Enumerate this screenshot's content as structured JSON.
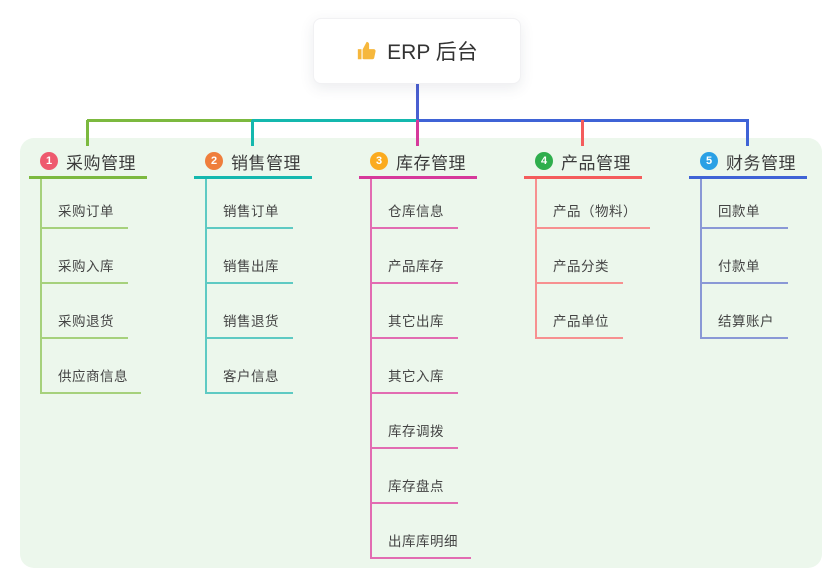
{
  "root": {
    "title": "ERP 后台",
    "icon": "thumbs-up-icon",
    "icon_color": "#f6b73c"
  },
  "panel": {
    "background": "#ecf7ec"
  },
  "trunk_color": "#4a5fd1",
  "branches": [
    {
      "num": "1",
      "label": "采购管理",
      "badge_color": "#ee5a6e",
      "line_color": "#7cb93f",
      "child_line_color": "#a6d17c",
      "children": [
        "采购订单",
        "采购入库",
        "采购退货",
        "供应商信息"
      ]
    },
    {
      "num": "2",
      "label": "销售管理",
      "badge_color": "#ef7e3c",
      "line_color": "#14b8ae",
      "child_line_color": "#5ecac3",
      "children": [
        "销售订单",
        "销售出库",
        "销售退货",
        "客户信息"
      ]
    },
    {
      "num": "3",
      "label": "库存管理",
      "badge_color": "#fbab1f",
      "line_color": "#d6399b",
      "child_line_color": "#e26cb2",
      "children": [
        "仓库信息",
        "产品库存",
        "其它出库",
        "其它入库",
        "库存调拨",
        "库存盘点",
        "出库库明细"
      ]
    },
    {
      "num": "4",
      "label": "产品管理",
      "badge_color": "#2fae4d",
      "line_color": "#f45c5c",
      "child_line_color": "#f79090",
      "children": [
        "产品（物料）",
        "产品分类",
        "产品单位"
      ]
    },
    {
      "num": "5",
      "label": "财务管理",
      "badge_color": "#2aa0e5",
      "line_color": "#3f63d6",
      "child_line_color": "#8a98d6",
      "children": [
        "回款单",
        "付款单",
        "结算账户"
      ]
    }
  ]
}
